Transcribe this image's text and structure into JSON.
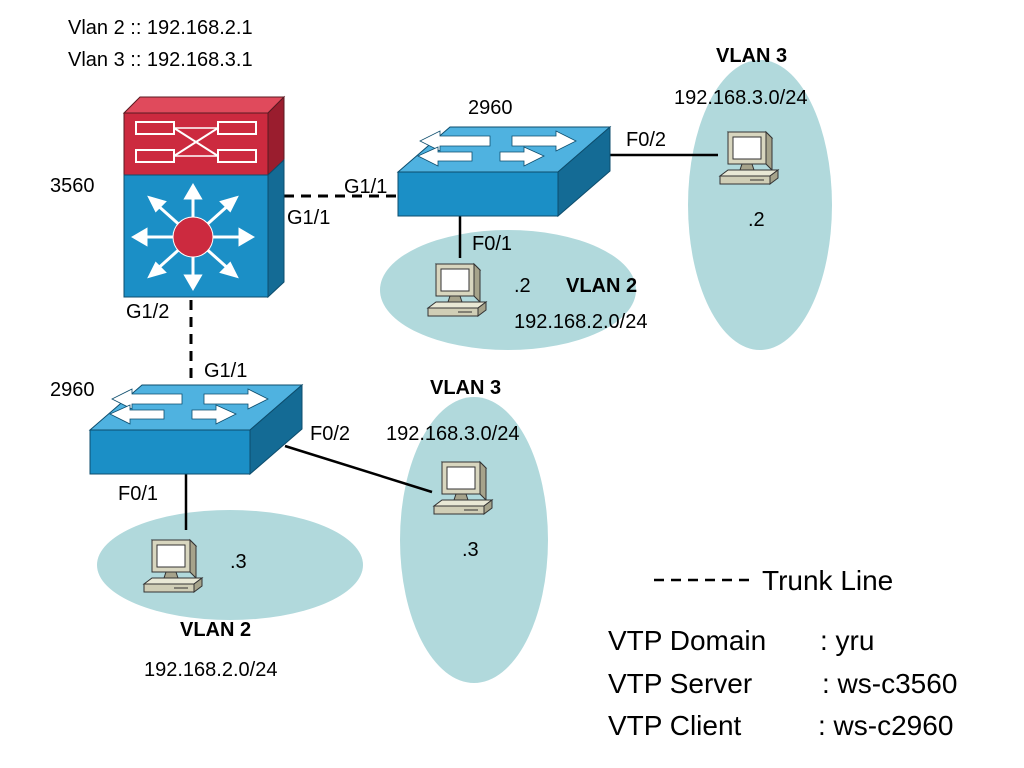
{
  "header": {
    "vlan2_gateway": "Vlan 2 :: 192.168.2.1",
    "vlan3_gateway": "Vlan 3 :: 192.168.3.1"
  },
  "devices": {
    "core": {
      "model": "3560",
      "port_top_right": "G1/1",
      "port_bottom": "G1/2"
    },
    "switch_top": {
      "model": "2960",
      "port_uplink": "G1/1",
      "port_f01": "F0/1",
      "port_f02": "F0/2"
    },
    "switch_bottom": {
      "model": "2960",
      "port_uplink": "G1/1",
      "port_f01": "F0/1",
      "port_f02": "F0/2"
    }
  },
  "vlans": {
    "top_right_v3": {
      "name": "VLAN 3",
      "subnet": "192.168.3.0/24",
      "host": ".2"
    },
    "top_v2": {
      "name": "VLAN 2",
      "subnet": "192.168.2.0/24",
      "host": ".2"
    },
    "bottom_v3": {
      "name": "VLAN 3",
      "subnet": "192.168.3.0/24",
      "host": ".3"
    },
    "bottom_v2": {
      "name": "VLAN 2",
      "subnet": "192.168.2.0/24",
      "host": ".3"
    }
  },
  "legend": {
    "trunk_line": "Trunk Line",
    "vtp_domain_label": "VTP Domain",
    "vtp_domain_value": ": yru",
    "vtp_server_label": "VTP Server",
    "vtp_server_value": ": ws-c3560",
    "vtp_client_label": "VTP Client",
    "vtp_client_value": ": ws-c2960"
  },
  "colors": {
    "vlan_fill": "#b1d9dc",
    "switch_front": "#1b8fc6",
    "switch_top": "#4fb2e0",
    "switch_side": "#146b95",
    "router_red": "#cc2a3f",
    "router_red_top": "#e04a5c",
    "router_red_side": "#9a1d2e"
  }
}
